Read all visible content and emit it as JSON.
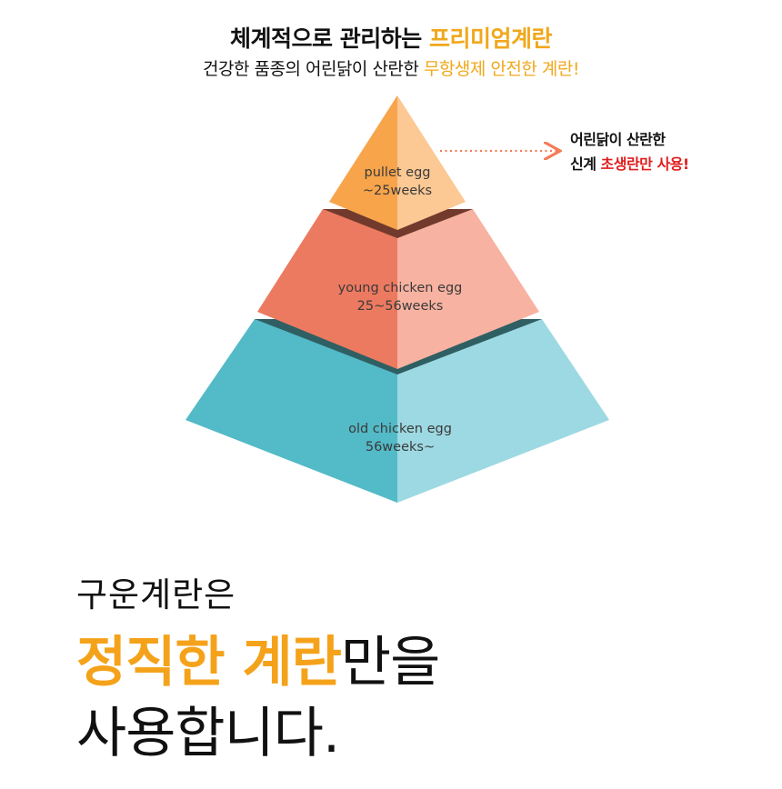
{
  "header": {
    "headline_prefix": "체계적으로 관리하는 ",
    "headline_highlight": "프리미엄계란",
    "subline_prefix": "건강한 품종의 어린닭이 산란한 ",
    "subline_highlight": "무항생제 안전한 계란!"
  },
  "pyramid": {
    "tiers": [
      {
        "line1": "pullet egg",
        "line2": "~25weeks"
      },
      {
        "line1": "young chicken egg",
        "line2": "25~56weeks"
      },
      {
        "line1": "old chicken egg",
        "line2": "56weeks~"
      }
    ]
  },
  "callout": {
    "line1": "어린닭이 산란한",
    "line2_prefix": "신계 ",
    "line2_highlight": "초생란만 사용!"
  },
  "bottom": {
    "line1": "구운계란은",
    "line2_highlight": "정직한 계란",
    "line2_suffix": "만을",
    "line3": "사용합니다."
  },
  "colors": {
    "accent": "#f0a81c",
    "red": "#e01d1d",
    "top_left": "#f7a44b",
    "top_right": "#fcc894",
    "mid_left": "#ec7a60",
    "mid_right": "#f8b2a1",
    "bottom_left": "#53bac7",
    "bottom_right": "#9dd9e2"
  }
}
